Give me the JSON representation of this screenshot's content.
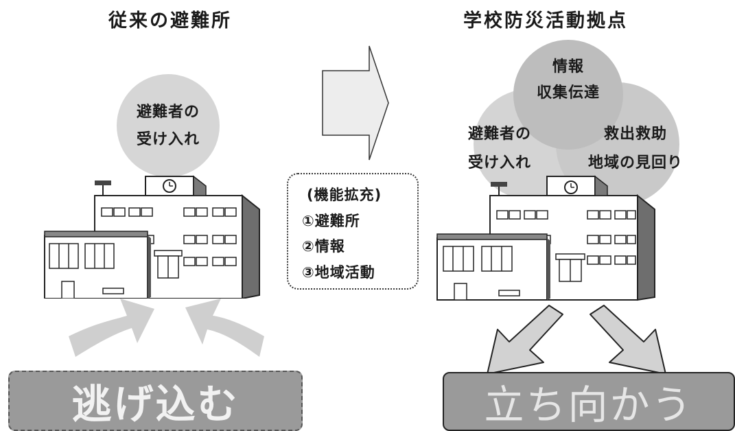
{
  "left": {
    "title": "従来の避難所",
    "bubble": {
      "line1": "避難者の",
      "line2": "受け入れ"
    },
    "action": "逃げ込む"
  },
  "center": {
    "heading": "(機能拡充)",
    "items": [
      "①避難所",
      "②情報",
      "③地域活動"
    ]
  },
  "right": {
    "title": "学校防災活動拠点",
    "bubble_top": {
      "line1": "情報",
      "line2": "収集伝達"
    },
    "bubble_left": {
      "line1": "避難者の",
      "line2": "受け入れ"
    },
    "bubble_right": {
      "line1": "救出救助",
      "line2": "地域の見回り"
    },
    "action": "立ち向かう"
  },
  "colors": {
    "bubble_gray": "#d4d4d4",
    "bubble_dark": "#bdbdbd",
    "arrow_gray": "#c8c8c8",
    "box_gray": "#9a9a9a",
    "left_text": "#f2f2f2",
    "right_text": "#e6e6e6"
  }
}
